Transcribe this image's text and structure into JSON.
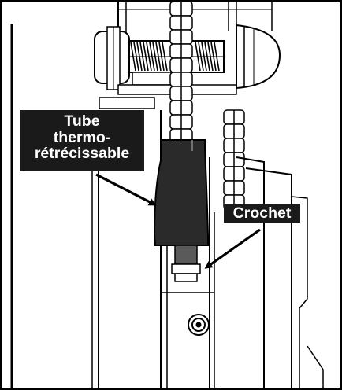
{
  "callouts": {
    "tube": {
      "line1": "Tube",
      "line2": "thermo-",
      "line3": "rétrécissable"
    },
    "hook": {
      "label": "Crochet"
    }
  },
  "colors": {
    "ink": "#000000",
    "callout_background": "#1a1a1a",
    "callout_text": "#ffffff",
    "tube_fill": "#2a2a2a",
    "hook_fill": "#5a5a5a",
    "paper": "#ffffff"
  }
}
